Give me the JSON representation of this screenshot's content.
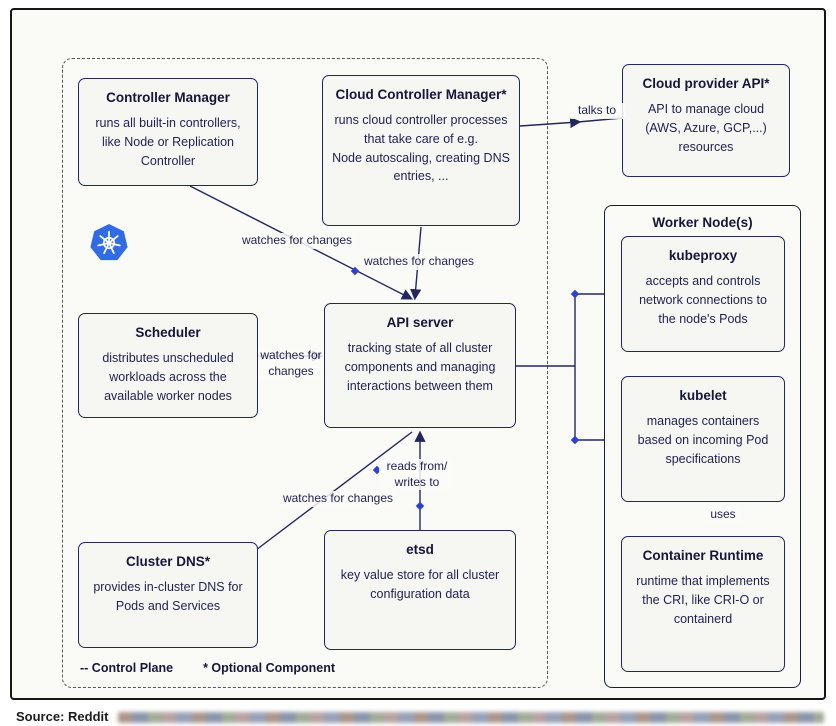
{
  "page": {
    "source_label": "Source: Reddit"
  },
  "legend": {
    "control_plane": "-- Control Plane",
    "optional": "* Optional Component"
  },
  "colors": {
    "line": "#23265f",
    "dot_blue": "#2e3fd4",
    "kubernetes_blue": "#326ce5",
    "text": "#1d2150"
  },
  "nodes": {
    "controller_manager": {
      "title": "Controller Manager",
      "body": "runs all built-in controllers, like Node or Replication Controller"
    },
    "cloud_controller_manager": {
      "title": "Cloud Controller Manager*",
      "body": "runs cloud controller processes that take care of e.g.\nNode autoscaling, creating DNS entries, ..."
    },
    "cloud_provider_api": {
      "title": "Cloud provider API*",
      "body": "API to manage cloud (AWS, Azure, GCP,...) resources"
    },
    "worker_node": {
      "title": "Worker Node(s)"
    },
    "kubeproxy": {
      "title": "kubeproxy",
      "body": "accepts and controls network connections to the node's Pods"
    },
    "kubelet": {
      "title": "kubelet",
      "body": "manages containers based on incoming Pod specifications"
    },
    "container_runtime": {
      "title": "Container Runtime",
      "body": "runtime that implements the CRI, like CRI-O or containerd"
    },
    "scheduler": {
      "title": "Scheduler",
      "body": "distributes unscheduled workloads across the available worker nodes"
    },
    "api_server": {
      "title": "API server",
      "body": "tracking state of all cluster components and managing interactions between them"
    },
    "cluster_dns": {
      "title": "Cluster DNS*",
      "body": "provides in-cluster DNS for Pods and Services"
    },
    "etsd": {
      "title": "etsd",
      "body": "key value store for all cluster configuration data"
    }
  },
  "edges": {
    "talks_to": "talks to",
    "cm_watch": "watches for changes",
    "ccm_watch": "watches for changes",
    "sched_watch": "watches for\nchanges",
    "reads_writes": "reads from/\nwrites to",
    "dns_watch": "watches for changes",
    "uses": "uses"
  }
}
